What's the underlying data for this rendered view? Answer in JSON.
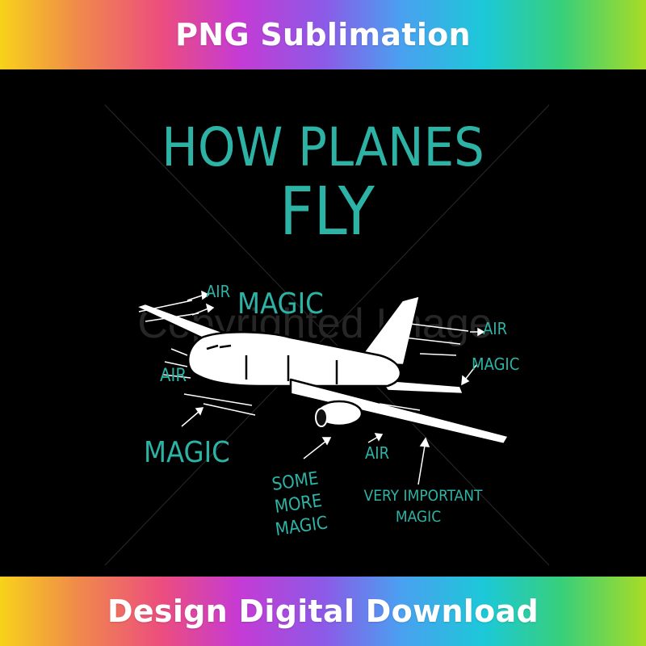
{
  "banner_top": "PNG Sublimation",
  "banner_bottom": "Design Digital Download",
  "design": {
    "title_line1": "HOW PLANES",
    "title_line2": "FLY",
    "watermark": "Copyrighted Image",
    "labels": {
      "air_top": "AIR",
      "magic_top": "MAGIC",
      "air_left": "AIR",
      "magic_left": "MAGIC",
      "air_right": "AIR",
      "magic_right": "MAGIC",
      "some_more_magic": [
        "SOME",
        "MORE",
        "MAGIC"
      ],
      "air_bottom": "AIR",
      "very_important_magic": [
        "VERY IMPORTANT",
        "MAGIC"
      ]
    },
    "colors": {
      "accent": "#2db3a5",
      "background": "#000000",
      "plane": "#ffffff"
    },
    "illustration": "airplane-icon"
  }
}
